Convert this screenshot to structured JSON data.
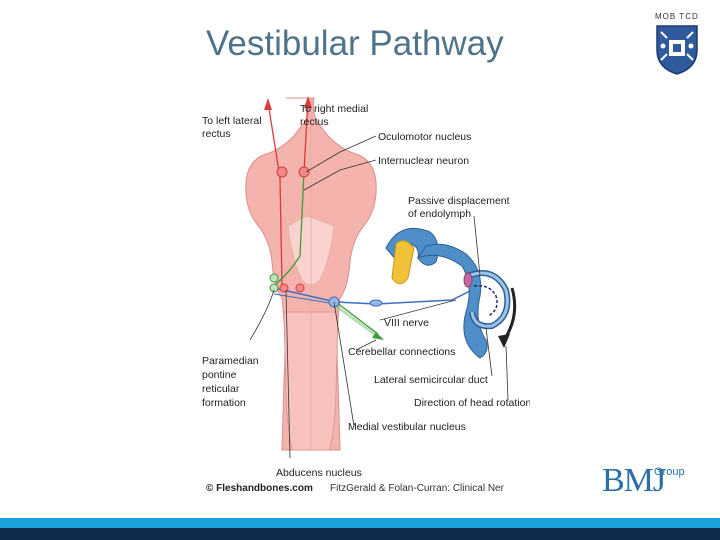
{
  "slide": {
    "title": "Vestibular Pathway",
    "corner_text": "MOB TCD"
  },
  "diagram": {
    "labels": {
      "left_lateral_rectus_1": "To left lateral",
      "left_lateral_rectus_2": "rectus",
      "right_medial_rectus_1": "To right medial",
      "right_medial_rectus_2": "rectus",
      "oculomotor": "Oculomotor nucleus",
      "internuclear": "Internuclear neuron",
      "passive_1": "Passive displacement",
      "passive_2": "of endolymph",
      "viii_nerve": "VIII nerve",
      "cerebellar": "Cerebellar connections",
      "lateral_duct": "Lateral semicircular duct",
      "head_rotation": "Direction of head rotation",
      "medial_vestibular": "Medial vestibular nucleus",
      "paramedian_1": "Paramedian",
      "paramedian_2": "pontine",
      "paramedian_3": "reticular",
      "paramedian_4": "formation",
      "abducens": "Abducens nucleus"
    },
    "credit": {
      "bold": "© Fleshandbones.com",
      "rest": "FitzGerald & Folan-Curran: Clinical Ner"
    },
    "colors": {
      "brainstem": "#f5b3ae",
      "brainstem_light": "#fad3cf",
      "blue_pathway": "#3a6fc4",
      "green_pathway": "#3f9a3a",
      "red_pathway": "#d93a3a",
      "labyrinth": "#4f8fc9",
      "endolymph_yellow": "#f0c23a"
    }
  },
  "brand": {
    "name": "BMJ",
    "suffix": "Group",
    "color": "#2a6fa8"
  },
  "footer": {
    "bar_color": "#1ba1dc",
    "bar_dark_color": "#0d2b4a"
  }
}
